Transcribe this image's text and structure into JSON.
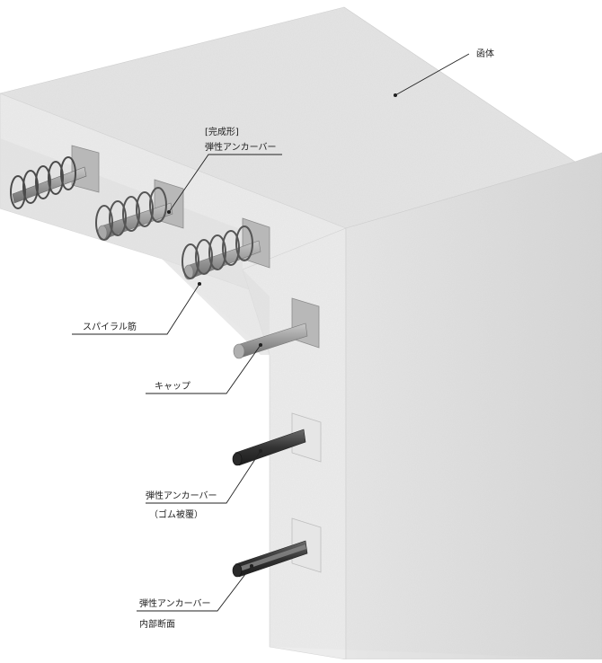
{
  "labels": {
    "housing": "函体",
    "completed_bracket": "[完成形]",
    "elastic_anchor_top": "弾性アンカーバー",
    "spiral_rebar": "スパイラル筋",
    "cap": "キャップ",
    "elastic_anchor_rubber": "弾性アンカーバー",
    "rubber_coating": "（ゴム被覆）",
    "elastic_anchor_section": "弾性アンカーバー",
    "internal_section": "内部断面"
  },
  "colors": {
    "concrete_top": "#e3e3e3",
    "concrete_left": "#ededed",
    "concrete_right": "#dcdcdc",
    "plate": "#b9b9b9",
    "rod_grey": "#8f8f8f",
    "rod_dark": "#3a3a3a",
    "leader": "#222222"
  },
  "icons": {
    "spiral": "spiral-rebar-icon",
    "rod": "anchor-rod-icon"
  }
}
